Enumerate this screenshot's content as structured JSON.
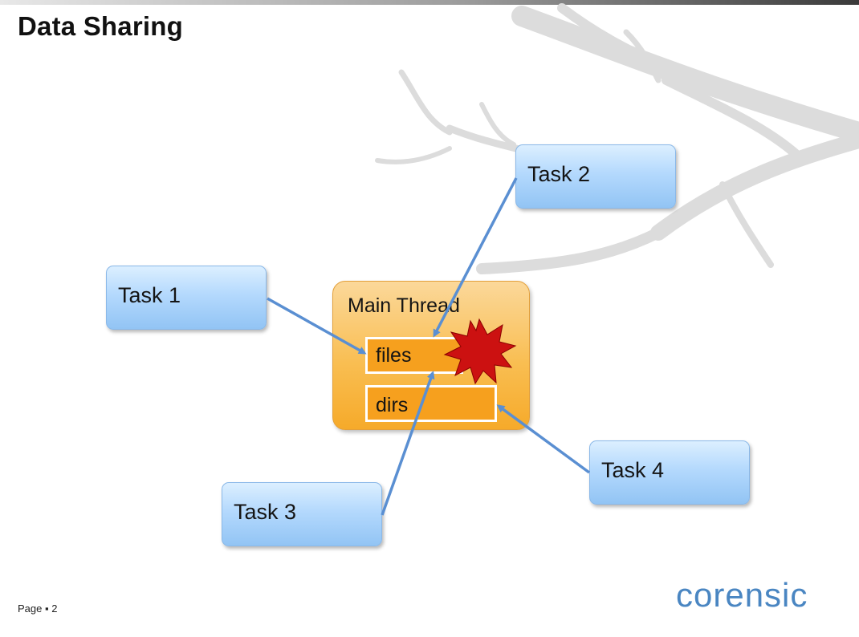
{
  "slide": {
    "title": "Data Sharing",
    "page_number": "Page ▪ 2",
    "logo_text": "corensic"
  },
  "diagram": {
    "main_thread": {
      "label": "Main Thread",
      "fields": [
        "files",
        "dirs"
      ]
    },
    "tasks": [
      "Task 1",
      "Task 2",
      "Task 3",
      "Task 4"
    ],
    "edges": [
      {
        "from": "Task 1",
        "to": "files"
      },
      {
        "from": "Task 2",
        "to": "files"
      },
      {
        "from": "Task 3",
        "to": "files"
      },
      {
        "from": "Task 4",
        "to": "dirs"
      }
    ],
    "conflict_marker": {
      "on": "files",
      "icon": "starburst-icon",
      "color": "#cc1111"
    },
    "colors": {
      "task_fill": "#b4d9fd",
      "main_fill": "#f9be52",
      "arrow": "#5a8fd2"
    }
  }
}
